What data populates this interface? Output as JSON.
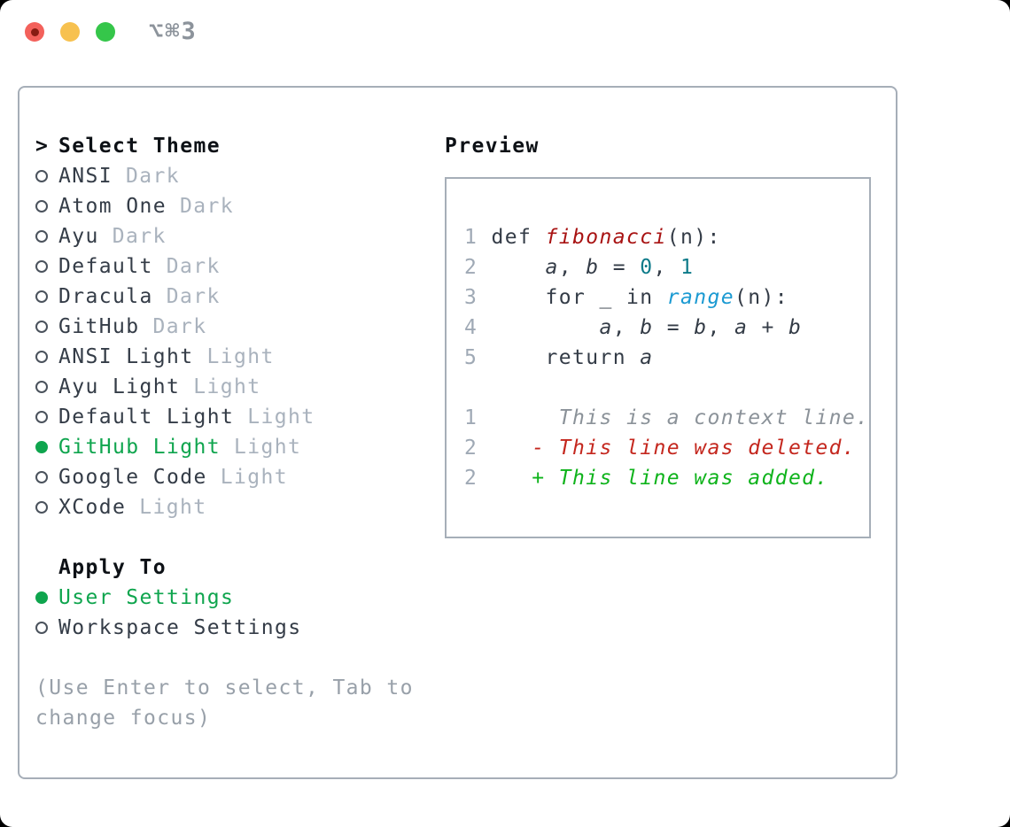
{
  "titlebar": {
    "shortcut_label": "⌥⌘3",
    "icons": {
      "close": "red-traffic-light-with-dark-dot",
      "minimize": "yellow-traffic-light",
      "zoom": "green-traffic-light"
    }
  },
  "theme_panel": {
    "header": {
      "prefix": ">",
      "label": "Select Theme"
    },
    "items": [
      {
        "name": "ANSI",
        "variant": "Dark",
        "selected": false
      },
      {
        "name": "Atom One",
        "variant": "Dark",
        "selected": false
      },
      {
        "name": "Ayu",
        "variant": "Dark",
        "selected": false
      },
      {
        "name": "Default",
        "variant": "Dark",
        "selected": false
      },
      {
        "name": "Dracula",
        "variant": "Dark",
        "selected": false
      },
      {
        "name": "GitHub",
        "variant": "Dark",
        "selected": false
      },
      {
        "name": "ANSI Light",
        "variant": "Light",
        "selected": false
      },
      {
        "name": "Ayu Light",
        "variant": "Light",
        "selected": false
      },
      {
        "name": "Default Light",
        "variant": "Light",
        "selected": false
      },
      {
        "name": "GitHub Light",
        "variant": "Light",
        "selected": true
      },
      {
        "name": "Google Code",
        "variant": "Light",
        "selected": false
      },
      {
        "name": "XCode",
        "variant": "Light",
        "selected": false
      }
    ],
    "apply_to": {
      "label": "Apply To",
      "options": [
        {
          "name": "User Settings",
          "selected": true
        },
        {
          "name": "Workspace Settings",
          "selected": false
        }
      ]
    },
    "hint_lines": [
      "(Use Enter to select, Tab to",
      "change focus)"
    ]
  },
  "preview": {
    "label": "Preview",
    "code_lines": [
      {
        "num": "1",
        "segments": [
          {
            "t": "def ",
            "c": "code"
          },
          {
            "t": "fibonacci",
            "c": "fn"
          },
          {
            "t": "(n):",
            "c": "code"
          }
        ]
      },
      {
        "num": "2",
        "segments": [
          {
            "t": "    ",
            "c": "code"
          },
          {
            "t": "a",
            "c": "var"
          },
          {
            "t": ", ",
            "c": "code"
          },
          {
            "t": "b",
            "c": "var"
          },
          {
            "t": " = ",
            "c": "code"
          },
          {
            "t": "0",
            "c": "num"
          },
          {
            "t": ", ",
            "c": "code"
          },
          {
            "t": "1",
            "c": "num"
          }
        ]
      },
      {
        "num": "3",
        "segments": [
          {
            "t": "    for _ in ",
            "c": "code"
          },
          {
            "t": "range",
            "c": "bi"
          },
          {
            "t": "(n):",
            "c": "code"
          }
        ]
      },
      {
        "num": "4",
        "segments": [
          {
            "t": "        ",
            "c": "code"
          },
          {
            "t": "a",
            "c": "var"
          },
          {
            "t": ", ",
            "c": "code"
          },
          {
            "t": "b",
            "c": "var"
          },
          {
            "t": " = ",
            "c": "code"
          },
          {
            "t": "b",
            "c": "var"
          },
          {
            "t": ", ",
            "c": "code"
          },
          {
            "t": "a",
            "c": "var"
          },
          {
            "t": " + ",
            "c": "code"
          },
          {
            "t": "b",
            "c": "var"
          }
        ]
      },
      {
        "num": "5",
        "segments": [
          {
            "t": "    return ",
            "c": "code"
          },
          {
            "t": "a",
            "c": "var"
          }
        ]
      },
      {
        "num": "",
        "segments": []
      },
      {
        "num": "1",
        "segments": [
          {
            "t": "     This is a context line.",
            "c": "ctx"
          }
        ]
      },
      {
        "num": "2",
        "segments": [
          {
            "t": "   - This line was deleted.",
            "c": "del"
          }
        ]
      },
      {
        "num": "2",
        "segments": [
          {
            "t": "   + This line was added.",
            "c": "add"
          }
        ]
      }
    ]
  },
  "colors": {
    "selection_green": "#0fa54e",
    "diff_added_green": "#0eb31b",
    "diff_deleted_red": "#c4271e",
    "context_gray": "#8b9299",
    "function_red": "#a81313",
    "number_teal": "#0c7a89",
    "builtin_blue": "#1b9ad2",
    "code_dark": "#343c47",
    "line_number_gray": "#9fa9b5",
    "panel_border": "#a6aeb8"
  }
}
